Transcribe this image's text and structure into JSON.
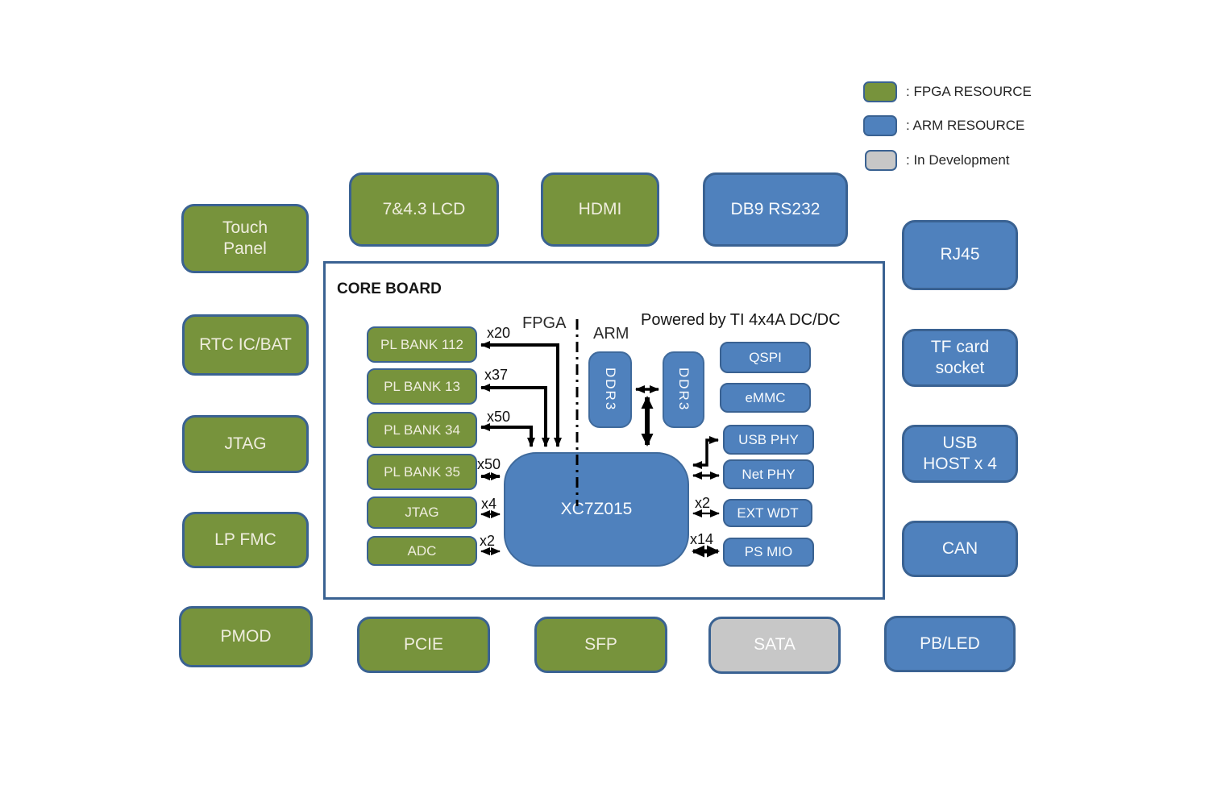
{
  "legend": {
    "items": [
      {
        "label": ": FPGA RESOURCE",
        "color": "#77933C"
      },
      {
        "label": ": ARM RESOURCE",
        "color": "#4F81BD"
      },
      {
        "label": ": In Development",
        "color": "#C7C7C7"
      }
    ]
  },
  "colors": {
    "fpga_resource": "#77933C",
    "arm_resource": "#4F81BD",
    "in_development": "#C7C7C7",
    "border": "#3a6292",
    "wire": "#000000"
  },
  "peripherals": {
    "touch_panel": {
      "label": "Touch\nPanel",
      "type": "fpga"
    },
    "lcd": {
      "label": "7&4.3 LCD",
      "type": "fpga"
    },
    "hdmi": {
      "label": "HDMI",
      "type": "fpga"
    },
    "db9_rs232": {
      "label": "DB9 RS232",
      "type": "arm"
    },
    "rj45": {
      "label": "RJ45",
      "type": "arm"
    },
    "rtc": {
      "label": "RTC IC/BAT",
      "type": "fpga"
    },
    "tf_card": {
      "label": "TF card\nsocket",
      "type": "arm"
    },
    "jtag": {
      "label": "JTAG",
      "type": "fpga"
    },
    "usb_host": {
      "label": "USB\nHOST x 4",
      "type": "arm"
    },
    "lp_fmc": {
      "label": "LP FMC",
      "type": "fpga"
    },
    "can": {
      "label": "CAN",
      "type": "arm"
    },
    "pmod": {
      "label": "PMOD",
      "type": "fpga"
    },
    "pcie": {
      "label": "PCIE",
      "type": "fpga"
    },
    "sfp": {
      "label": "SFP",
      "type": "fpga"
    },
    "sata": {
      "label": "SATA",
      "type": "dev"
    },
    "pb_led": {
      "label": "PB/LED",
      "type": "arm"
    }
  },
  "core_board": {
    "title": "CORE BOARD",
    "fpga_section_label": "FPGA",
    "arm_section_label": "ARM",
    "power_note": "Powered by TI 4x4A DC/DC",
    "chip_label": "XC7Z015",
    "ddr3_left": "DDR3",
    "ddr3_right": "DDR3",
    "fpga_blocks": [
      {
        "label": "PL BANK 112",
        "bus": "x20"
      },
      {
        "label": "PL BANK 13",
        "bus": "x37"
      },
      {
        "label": "PL BANK 34",
        "bus": "x50"
      },
      {
        "label": "PL BANK 35",
        "bus": "x50"
      },
      {
        "label": "JTAG",
        "bus": "x4"
      },
      {
        "label": "ADC",
        "bus": "x2"
      }
    ],
    "arm_blocks": [
      {
        "label": "QSPI",
        "bus": ""
      },
      {
        "label": "eMMC",
        "bus": ""
      },
      {
        "label": "USB PHY",
        "bus": ""
      },
      {
        "label": "Net PHY",
        "bus": ""
      },
      {
        "label": "EXT WDT",
        "bus": "x2"
      },
      {
        "label": "PS MIO",
        "bus": "x14"
      }
    ]
  }
}
